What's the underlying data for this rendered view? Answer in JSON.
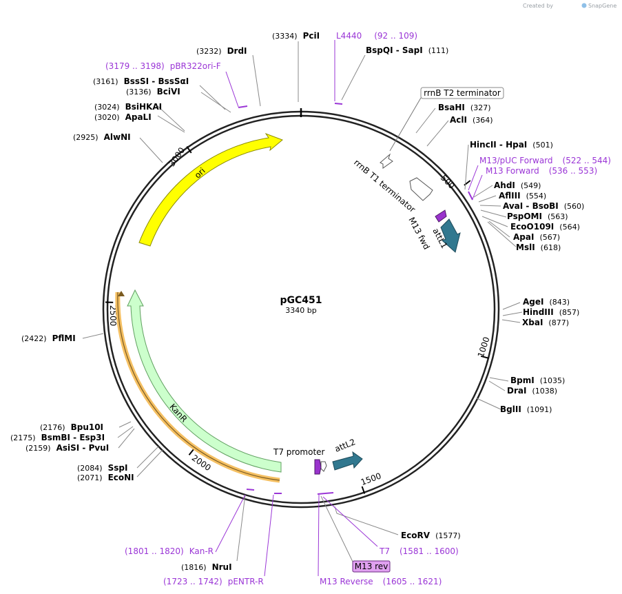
{
  "credit": {
    "created_by": "Created by",
    "brand": "SnapGene"
  },
  "plasmid": {
    "name": "pGC451",
    "size": "3340 bp",
    "length": 3340
  },
  "ticks": [
    {
      "label": "500",
      "bp": 500
    },
    {
      "label": "1000",
      "bp": 1000
    },
    {
      "label": "1500",
      "bp": 1500
    },
    {
      "label": "2000",
      "bp": 2000
    },
    {
      "label": "2500",
      "bp": 2500
    },
    {
      "label": "3000",
      "bp": 3000
    }
  ],
  "enzymes": [
    {
      "name": "PciI",
      "pos": "(3334)",
      "bp": 3334
    },
    {
      "name": "DrdI",
      "pos": "(3232)",
      "bp": 3232
    },
    {
      "name": "BssSI - BssSαI",
      "pos": "(3161)",
      "bp": 3161
    },
    {
      "name": "BciVI",
      "pos": "(3136)",
      "bp": 3136
    },
    {
      "name": "BsiHKAI",
      "pos": "(3024)",
      "bp": 3024
    },
    {
      "name": "ApaLI",
      "pos": "(3020)",
      "bp": 3020
    },
    {
      "name": "AlwNI",
      "pos": "(2925)",
      "bp": 2925
    },
    {
      "name": "PflMI",
      "pos": "(2422)",
      "bp": 2422
    },
    {
      "name": "Bpu10I",
      "pos": "(2176)",
      "bp": 2176
    },
    {
      "name": "BsmBI - Esp3I",
      "pos": "(2175)",
      "bp": 2175
    },
    {
      "name": "AsiSI - PvuI",
      "pos": "(2159)",
      "bp": 2159
    },
    {
      "name": "SspI",
      "pos": "(2084)",
      "bp": 2084
    },
    {
      "name": "EcoNI",
      "pos": "(2071)",
      "bp": 2071
    },
    {
      "name": "NruI",
      "pos": "(1816)",
      "bp": 1816
    },
    {
      "name": "EcoRV",
      "pos": "(1577)",
      "bp": 1577
    },
    {
      "name": "BglII",
      "pos": "(1091)",
      "bp": 1091
    },
    {
      "name": "DraI",
      "pos": "(1038)",
      "bp": 1038
    },
    {
      "name": "BpmI",
      "pos": "(1035)",
      "bp": 1035
    },
    {
      "name": "XbaI",
      "pos": "(877)",
      "bp": 877
    },
    {
      "name": "HindIII",
      "pos": "(857)",
      "bp": 857
    },
    {
      "name": "AgeI",
      "pos": "(843)",
      "bp": 843
    },
    {
      "name": "MslI",
      "pos": "(618)",
      "bp": 618
    },
    {
      "name": "ApaI",
      "pos": "(567)",
      "bp": 567
    },
    {
      "name": "EcoO109I",
      "pos": "(564)",
      "bp": 564
    },
    {
      "name": "PspOMI",
      "pos": "(563)",
      "bp": 563
    },
    {
      "name": "AvaI - BsoBI",
      "pos": "(560)",
      "bp": 560
    },
    {
      "name": "AflIII",
      "pos": "(554)",
      "bp": 554
    },
    {
      "name": "AhdI",
      "pos": "(549)",
      "bp": 549
    },
    {
      "name": "HincII - HpaI",
      "pos": "(501)",
      "bp": 501
    },
    {
      "name": "AclI",
      "pos": "(364)",
      "bp": 364
    },
    {
      "name": "BsaHI",
      "pos": "(327)",
      "bp": 327
    },
    {
      "name": "BspQI - SapI",
      "pos": "(111)",
      "bp": 111
    }
  ],
  "primers": [
    {
      "name": "L4440",
      "range": "(92 .. 109)",
      "bp": 100
    },
    {
      "name": "pBR322ori-F",
      "range": "(3179 .. 3198)",
      "bp": 3188
    },
    {
      "name": "M13/pUC Forward",
      "range": "(522 .. 544)",
      "bp": 533
    },
    {
      "name": "M13 Forward",
      "range": "(536 .. 553)",
      "bp": 544
    },
    {
      "name": "Kan-R",
      "range": "(1801 .. 1820)",
      "bp": 1810
    },
    {
      "name": "pENTR-R",
      "range": "(1723 .. 1742)",
      "bp": 1732
    },
    {
      "name": "T7",
      "range": "(1581 .. 1600)",
      "bp": 1590
    },
    {
      "name": "M13 Reverse",
      "range": "(1605 .. 1621)",
      "bp": 1613
    }
  ],
  "features": [
    {
      "name": "ori",
      "color": "#ffff00",
      "stroke": "#8a8a00"
    },
    {
      "name": "KanR",
      "color": "#ccffcc",
      "stroke": "#5f9f5f"
    },
    {
      "name": "rrnB T2 terminator",
      "color": "#ffffff",
      "stroke": "#555555"
    },
    {
      "name": "rrnB T1 terminator",
      "color": "#ffffff",
      "stroke": "#555555"
    },
    {
      "name": "M13 fwd",
      "color": "#9933cc",
      "stroke": "#4d1a66"
    },
    {
      "name": "attL1",
      "color": "#31788f",
      "stroke": "#1d4a59"
    },
    {
      "name": "attL2",
      "color": "#31788f",
      "stroke": "#1d4a59"
    },
    {
      "name": "T7 promoter",
      "color": "#ffffff",
      "stroke": "#555555"
    },
    {
      "name": "M13 rev",
      "color": "#e0a0f0",
      "stroke": "#6a2a80"
    }
  ],
  "colors": {
    "primer": "#9a35d6",
    "orf_highlight": "#f5c063",
    "backbone": "#222222"
  }
}
